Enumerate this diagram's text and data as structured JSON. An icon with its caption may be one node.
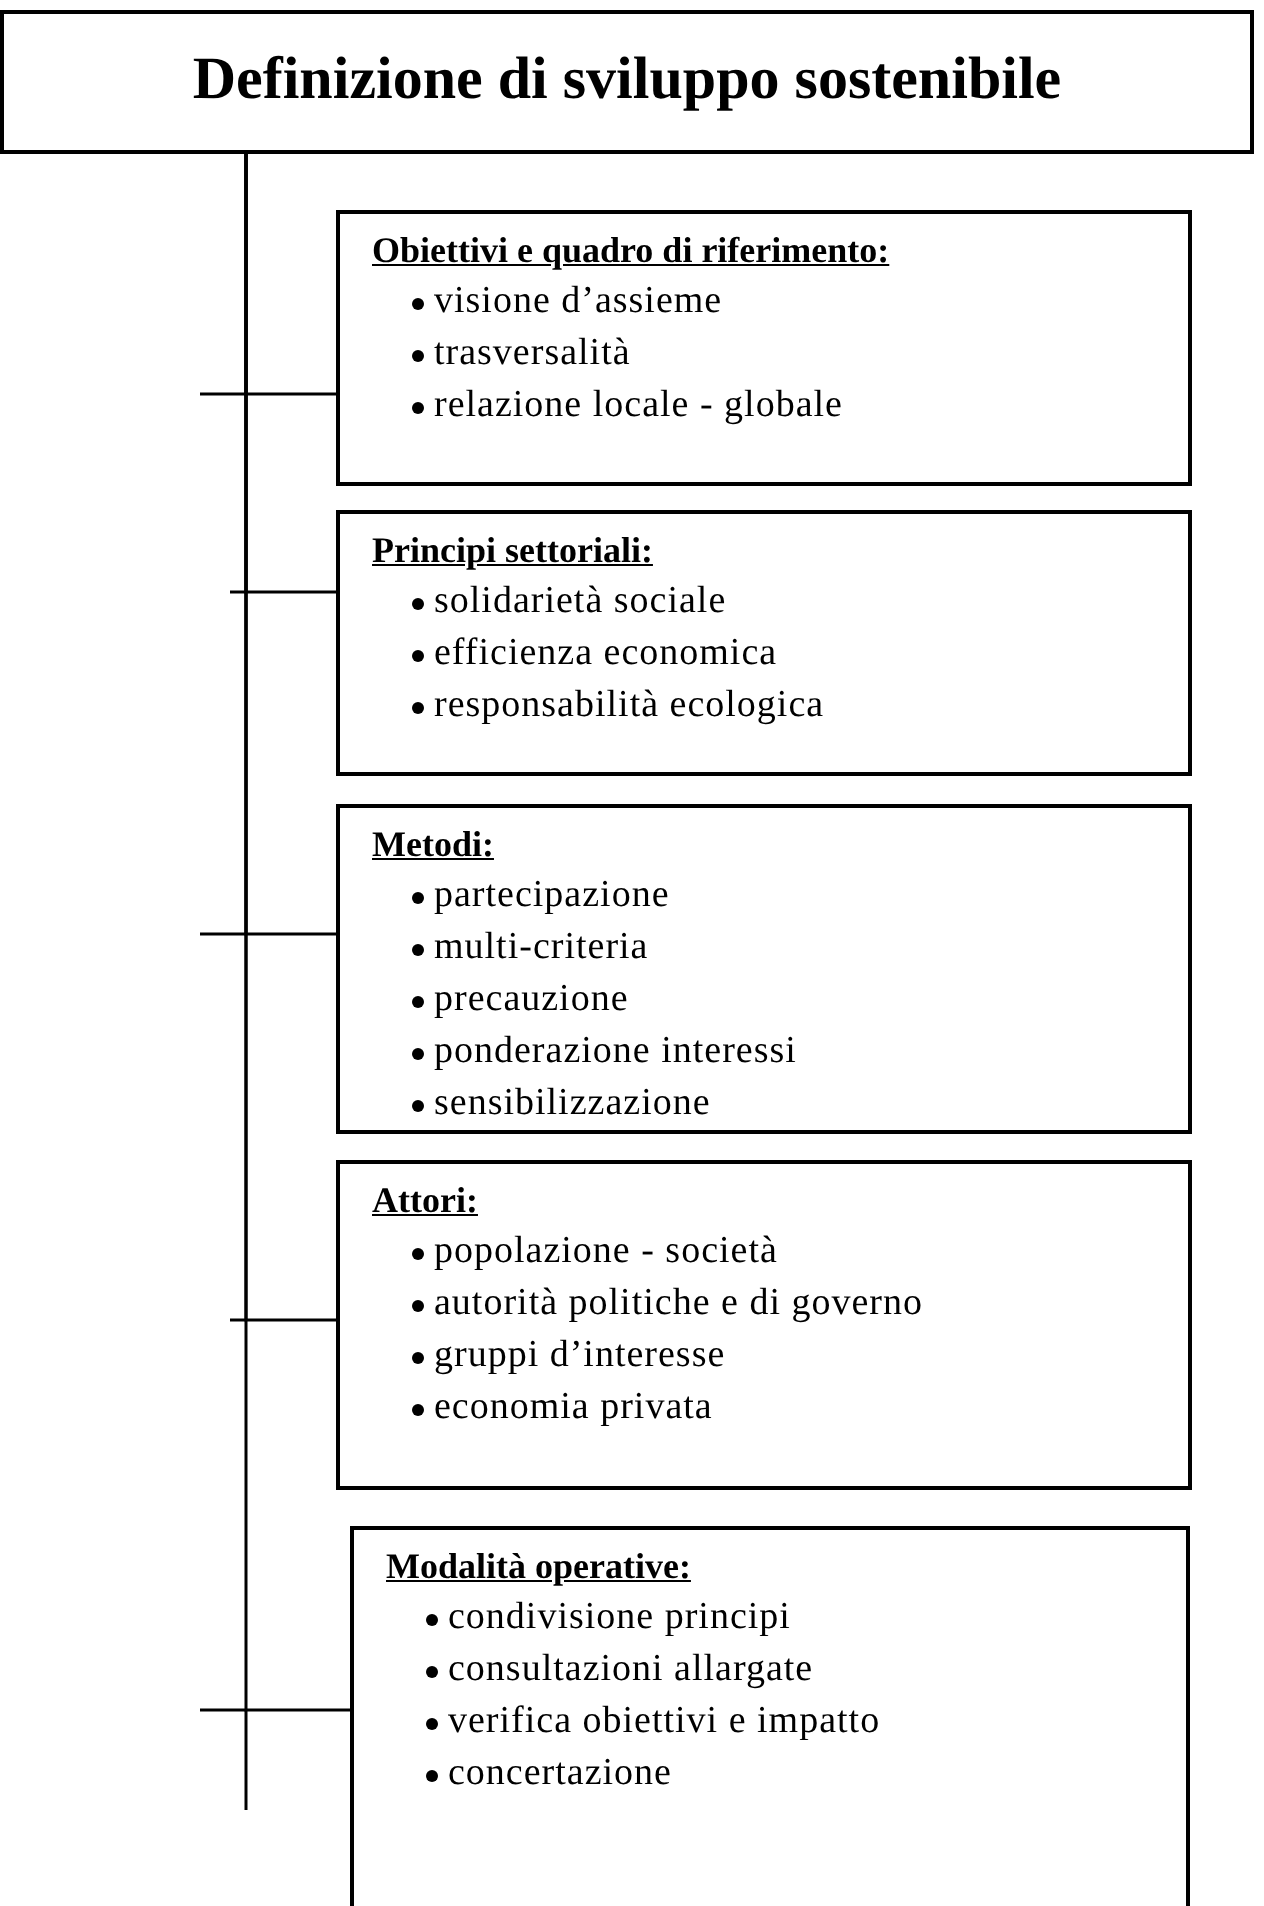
{
  "diagram": {
    "nodes": [
      {
        "text": [
          "Definizione di sviluppo sostenibile"
        ]
      },
      {
        "text": [
          "Obiettivi e quadro di riferimento:",
          "visione d’assieme",
          "trasversalità",
          "relazione locale - globale"
        ]
      },
      {
        "text": [
          "Principi settoriali:",
          "solidarietà sociale",
          "efficienza economica",
          "responsabilità ecologica"
        ]
      },
      {
        "text": [
          "Metodi:",
          "partecipazione",
          "multi-criteria",
          "precauzione",
          "ponderazione interessi",
          "sensibilizzazione"
        ]
      },
      {
        "text": [
          "Attori:",
          "popolazione - società",
          "autorità politiche e di governo",
          "gruppi d’interesse",
          "economia privata"
        ]
      },
      {
        "text": [
          "Modalità operative:",
          "condivisione principi",
          "consultazioni allargate",
          "verifica obiettivi e impatto",
          "concertazione"
        ]
      }
    ],
    "edges": [
      {
        "from": 0,
        "to": 1,
        "arrow": "none"
      },
      {
        "from": 0,
        "to": 2,
        "arrow": "none"
      },
      {
        "from": 0,
        "to": 3,
        "arrow": "none"
      },
      {
        "from": 0,
        "to": 4,
        "arrow": "none"
      },
      {
        "from": 0,
        "to": 5,
        "arrow": "none"
      }
    ]
  }
}
